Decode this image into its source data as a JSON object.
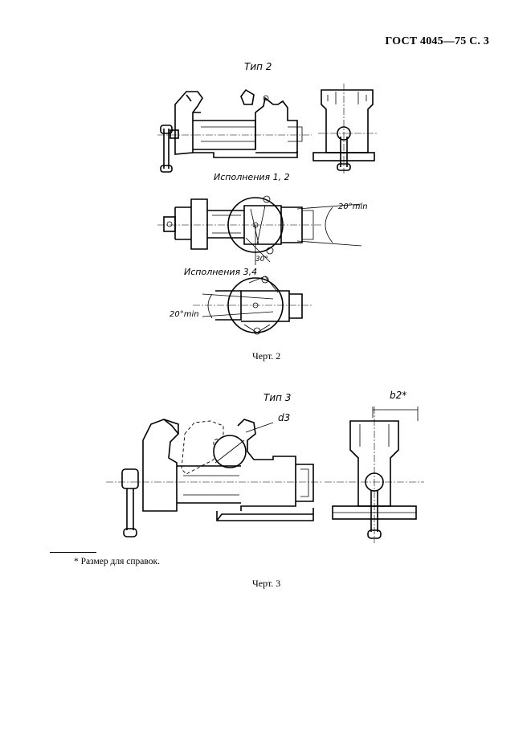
{
  "page": {
    "header": "ГОСТ 4045—75 С. 3"
  },
  "figure2": {
    "type_label": "Тип 2",
    "variant_a_label": "Исполнения 1, 2",
    "variant_b_label": "Исполнения 3,4",
    "angle_a": "20°min",
    "angle_b": "20°min",
    "angle_small": "30°",
    "caption": "Черт. 2"
  },
  "figure3": {
    "type_label": "Тип 3",
    "dim_d3": "d3",
    "dim_b2": "b2*",
    "caption": "Черт. 3"
  },
  "footnote": {
    "text": "* Размер для справок."
  }
}
